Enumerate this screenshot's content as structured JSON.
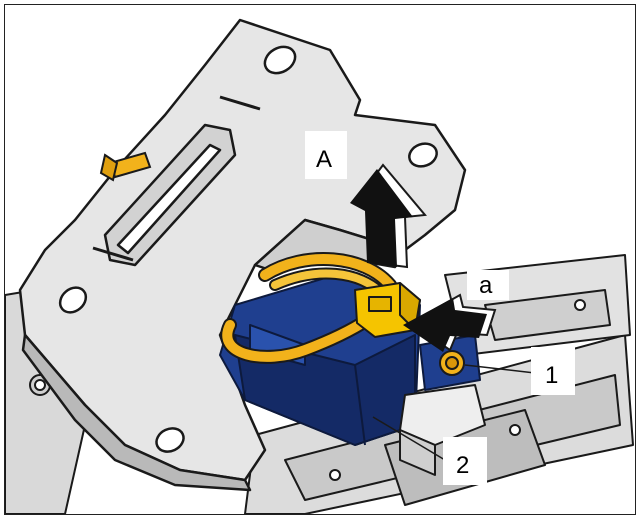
{
  "figure": {
    "labels": {
      "A": "A",
      "a": "a",
      "one": "1",
      "two": "2"
    },
    "colors": {
      "bracket_fill": "#e6e6e6",
      "bracket_shadow": "#b9b9b9",
      "outline": "#1a1a1a",
      "connector_blue": "#1f3f8f",
      "connector_blue_dark": "#142a66",
      "wire_yellow": "#f2b21b",
      "clip_yellow": "#f5c400",
      "arrow_black": "#111111"
    }
  }
}
